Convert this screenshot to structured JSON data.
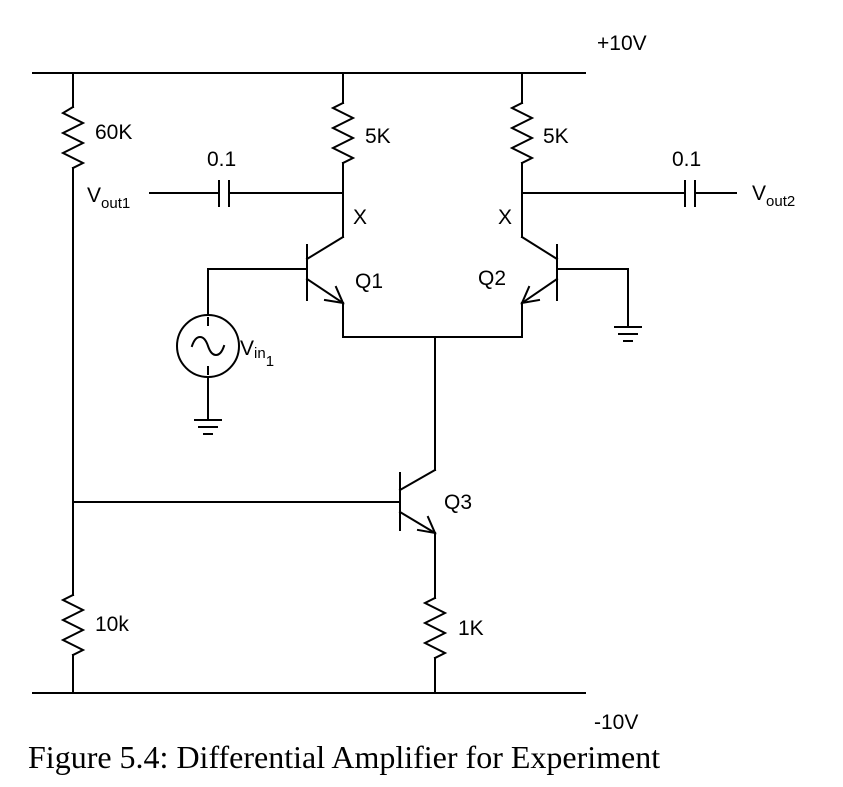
{
  "supply": {
    "positive": "+10V",
    "negative": "-10V"
  },
  "resistors": {
    "bias_top": "60K",
    "bias_bottom": "10k",
    "collector_left": "5K",
    "collector_right": "5K",
    "emitter": "1K"
  },
  "capacitors": {
    "left": "0.1",
    "right": "0.1"
  },
  "nodes": {
    "x_left": "X",
    "x_right": "X"
  },
  "outputs": {
    "vout1_main": "V",
    "vout1_sub": "out1",
    "vout2_main": "V",
    "vout2_sub": "out2"
  },
  "input": {
    "vin_main": "V",
    "vin_sub": "in",
    "vin_subsub": "1"
  },
  "transistors": {
    "q1": "Q1",
    "q2": "Q2",
    "q3": "Q3"
  },
  "caption": "Figure 5.4: Differential Amplifier for Experiment"
}
